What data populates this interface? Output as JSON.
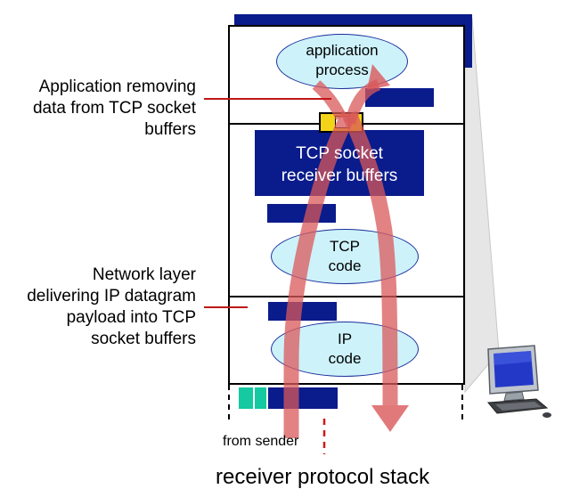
{
  "layers": {
    "application": {
      "label_line1": "application",
      "label_line2": "process"
    },
    "tcp_socket": {
      "label_line1": "TCP socket",
      "label_line2": "receiver buffers"
    },
    "tcp": {
      "label_line1": "TCP",
      "label_line2": "code"
    },
    "ip": {
      "label_line1": "IP",
      "label_line2": "code"
    }
  },
  "annotations": {
    "app_removing": [
      "Application removing",
      "data from TCP socket",
      "buffers"
    ],
    "network_layer": [
      "Network layer",
      "delivering IP datagram",
      "payload into TCP",
      "socket buffers"
    ]
  },
  "from_sender": "from sender",
  "caption": "receiver protocol stack",
  "colors": {
    "navy": "#0a1b8c",
    "ellipse_fill": "#cdf2fa",
    "arrow": "#d9585a",
    "annotation_line": "#c01818",
    "teal": "#15c9a0",
    "socket_yellow": "#f3d418"
  },
  "icons": [
    "computer-icon"
  ]
}
